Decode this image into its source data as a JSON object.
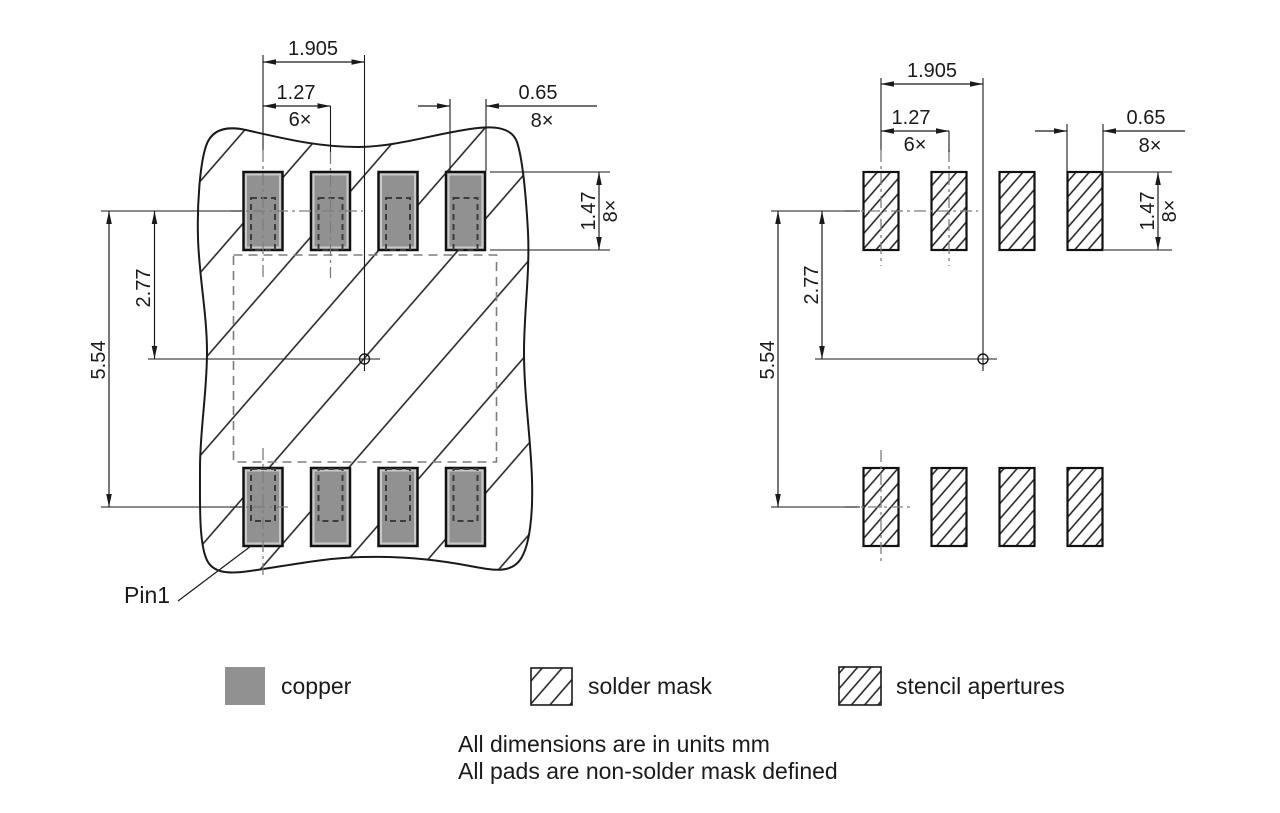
{
  "dims": {
    "span": "1.905",
    "pitch": "1.27",
    "pitch_count": "6×",
    "width": "0.65",
    "width_count": "8×",
    "height": "1.47",
    "height_count": "8×",
    "half_row": "2.77",
    "row": "5.54"
  },
  "pin1_label": "Pin1",
  "legend": {
    "items": [
      {
        "label": "copper"
      },
      {
        "label": "solder mask"
      },
      {
        "label": "stencil apertures"
      }
    ]
  },
  "notes": {
    "line1": "All dimensions are in units mm",
    "line2": "All pads are non-solder mask defined"
  },
  "colors": {
    "copper": "#919191",
    "pad_rim": "#c9c9c9",
    "line": "#1a1a1a",
    "centerline": "#7d7d7d",
    "background": "#ffffff"
  }
}
